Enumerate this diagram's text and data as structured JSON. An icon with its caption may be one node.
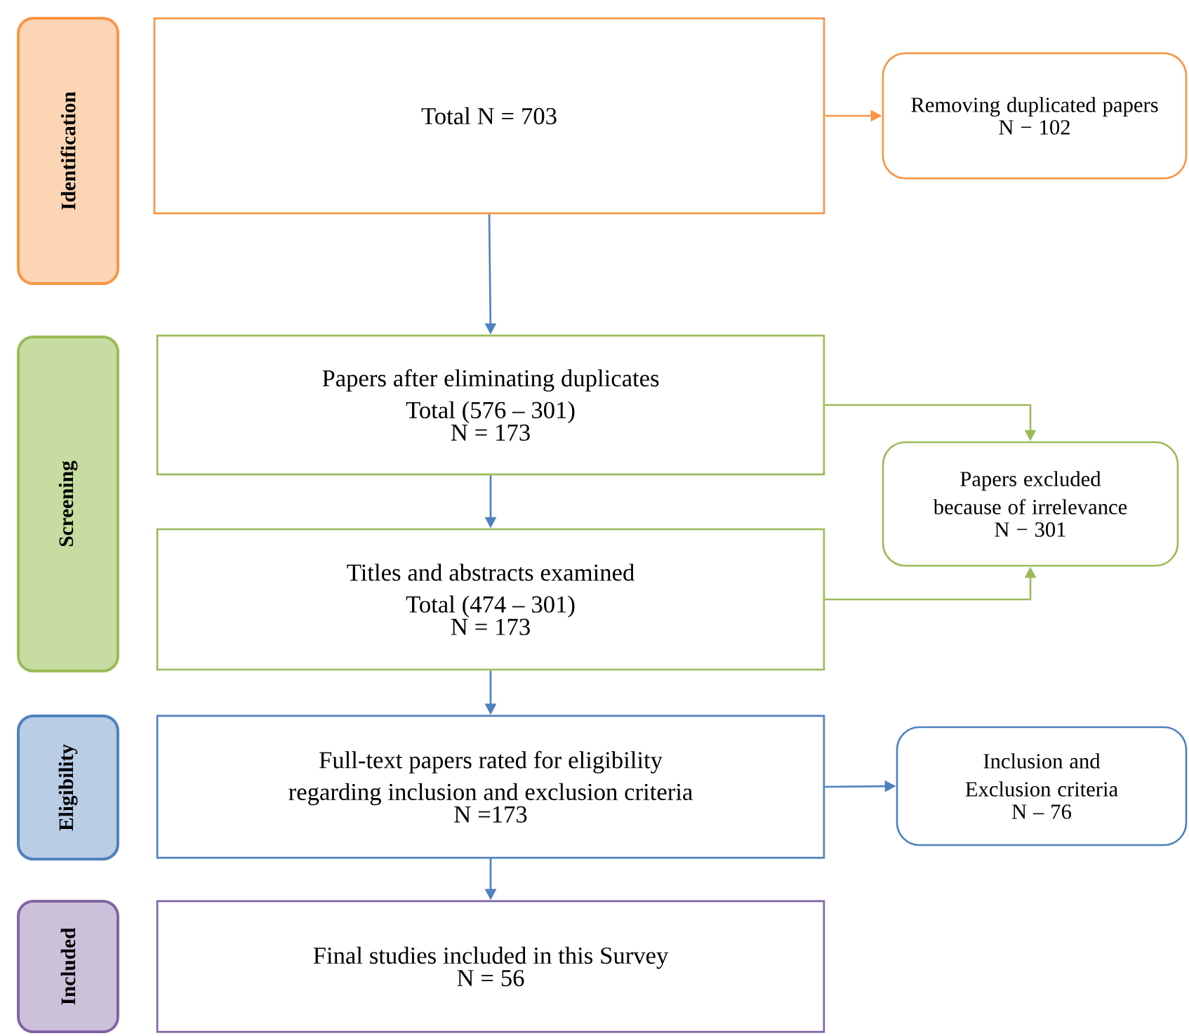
{
  "diagram": {
    "nodes": [
      {
        "text": [
          "Identification"
        ]
      },
      {
        "text": [
          "Total N = 703"
        ]
      },
      {
        "text": [
          "Removing duplicated papers",
          "N − 102"
        ]
      },
      {
        "text": [
          "Screening"
        ]
      },
      {
        "text": [
          "Papers after eliminating duplicates",
          "Total (576 – 301)",
          "N = 173"
        ]
      },
      {
        "text": [
          "Titles and abstracts examined",
          "Total (474 – 301)",
          "N = 173"
        ]
      },
      {
        "text": [
          "Papers excluded because of irrelevance",
          "N − 301"
        ]
      },
      {
        "text": [
          "Eligibility"
        ]
      },
      {
        "text": [
          "Full-text papers rated for eligibility regarding inclusion and exclusion criteria",
          "N =173"
        ]
      },
      {
        "text": [
          "Inclusion and Exclusion criteria",
          "N – 76"
        ]
      },
      {
        "text": [
          "Included"
        ]
      },
      {
        "text": [
          "Final studies included in this Survey",
          "N = 56"
        ]
      }
    ],
    "edges": [
      {
        "from": 1,
        "to": 2,
        "arrow": "to",
        "color": "#f79646"
      },
      {
        "from": 1,
        "to": 4,
        "arrow": "to"
      },
      {
        "from": 4,
        "to": 5,
        "arrow": "to"
      },
      {
        "from": 4,
        "to": 6,
        "arrow": "to",
        "color": "#9bbb59"
      },
      {
        "from": 5,
        "to": 6,
        "arrow": "to",
        "color": "#9bbb59"
      },
      {
        "from": 5,
        "to": 8,
        "arrow": "to"
      },
      {
        "from": 8,
        "to": 9,
        "arrow": "to"
      },
      {
        "from": 8,
        "to": 11,
        "arrow": "to"
      }
    ]
  }
}
